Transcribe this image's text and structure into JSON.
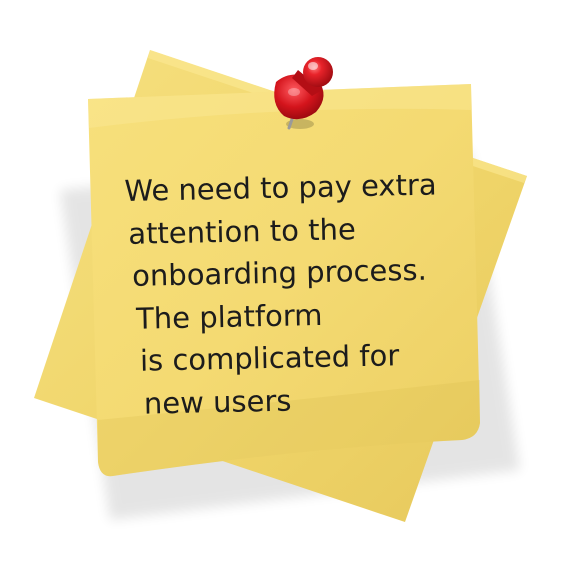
{
  "note": {
    "lines": [
      "We need to pay extra",
      "attention to the",
      "onboarding process.",
      "The platform",
      "is complicated for",
      "new users"
    ],
    "paper_color": "#f5dd77",
    "back_paper_color": "#f2d970",
    "text_color": "#1c1c1c"
  },
  "pin": {
    "icon": "push-pin-icon",
    "color": "#d8121b"
  }
}
